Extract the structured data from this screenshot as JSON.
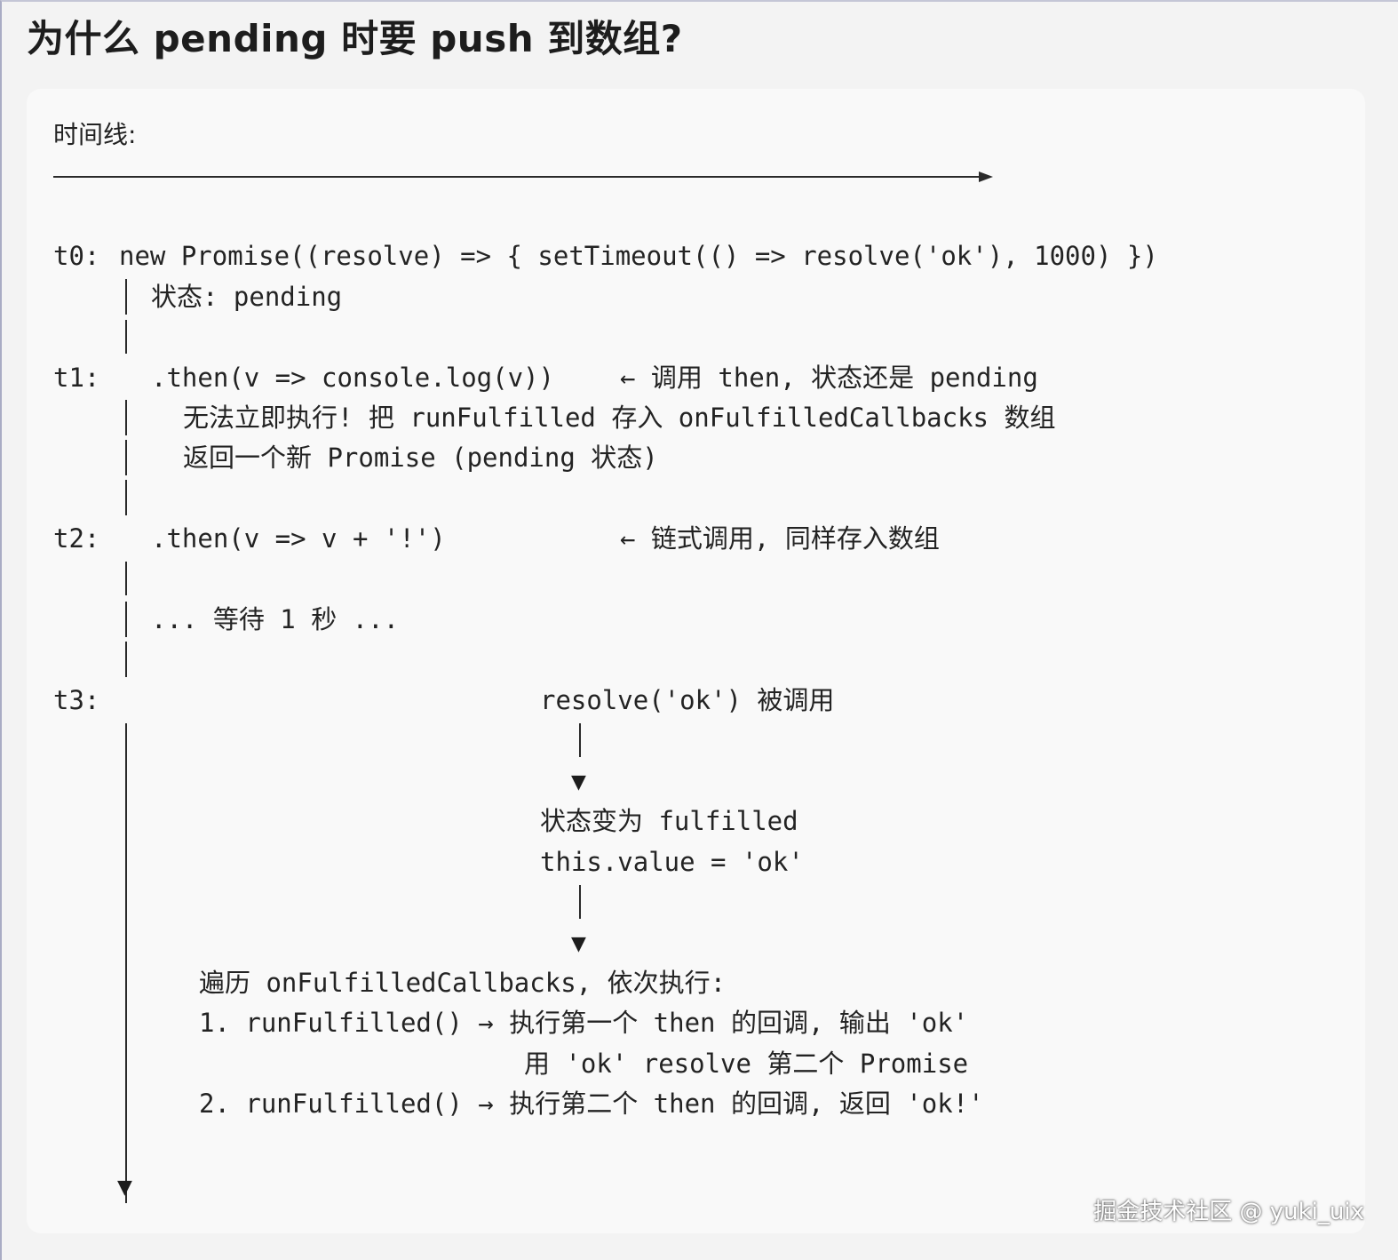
{
  "title": "为什么 pending 时要 push 到数组?",
  "timeline_label": "时间线:",
  "lines": {
    "t0_label": "t0:",
    "t0_code": "new Promise((resolve) => { setTimeout(() => resolve('ok'), 1000) })",
    "t0_state": "状态: pending",
    "t1_label": "t1:",
    "t1_code": ".then(v => console.log(v))",
    "t1_note": "← 调用 then, 状态还是 pending",
    "t1_detail_1": "无法立即执行! 把 runFulfilled 存入 onFulfilledCallbacks 数组",
    "t1_detail_2": "返回一个新 Promise (pending 状态)",
    "t2_label": "t2:",
    "t2_code": ".then(v => v + '!')",
    "t2_note": "← 链式调用, 同样存入数组",
    "wait": "... 等待 1 秒 ...",
    "t3_label": "t3:",
    "t3_resolve": "resolve('ok') 被调用",
    "t3_state": "状态变为 fulfilled",
    "t3_value": "this.value = 'ok'",
    "iterate": "遍历 onFulfilledCallbacks, 依次执行:",
    "step1": "1. runFulfilled() → 执行第一个 then 的回调, 输出 'ok'",
    "step1_cont": "用 'ok' resolve 第二个 Promise",
    "step2": "2. runFulfilled() → 执行第二个 then 的回调, 返回 'ok!'"
  },
  "arrow_glyph": "▼",
  "watermark": "掘金技术社区 @ yuki_uix"
}
